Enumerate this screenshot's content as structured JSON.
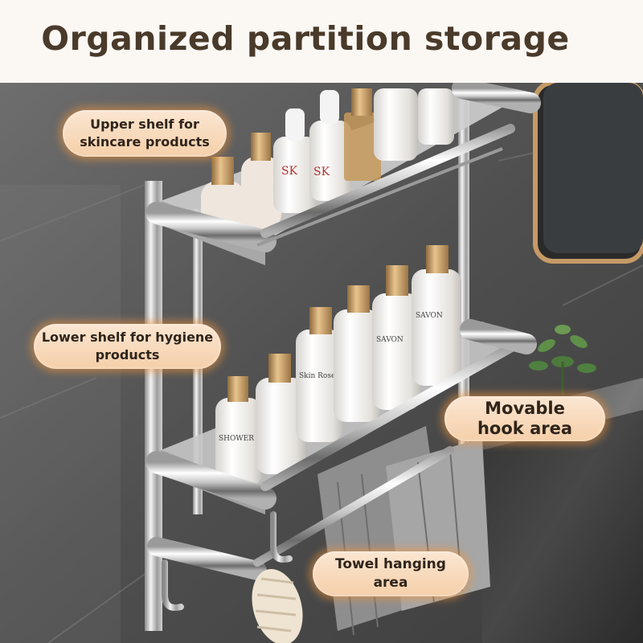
{
  "title": "Organized partition storage",
  "labels": {
    "upper_shelf": "Upper shelf for\nskincare products",
    "lower_shelf": "Lower shelf for hygiene\nproducts",
    "hook_area": "Movable\nhook area",
    "towel_area": "Towel hanging\narea"
  },
  "bottles": {
    "upper_brand": "SK",
    "lower_brand_1": "SAVON",
    "lower_brand_2": "Skin\nRose",
    "lower_brand_3": "SHOWER\nGEL"
  },
  "colors": {
    "header_bg": "#fbf8f4",
    "title_text": "#4a3a2a",
    "label_fill": "#f5cfa9",
    "label_glow": "#f0963c",
    "chrome": "#d8d8d8",
    "wall": "#5a5a5a",
    "mirror_frame": "#c59a66"
  }
}
